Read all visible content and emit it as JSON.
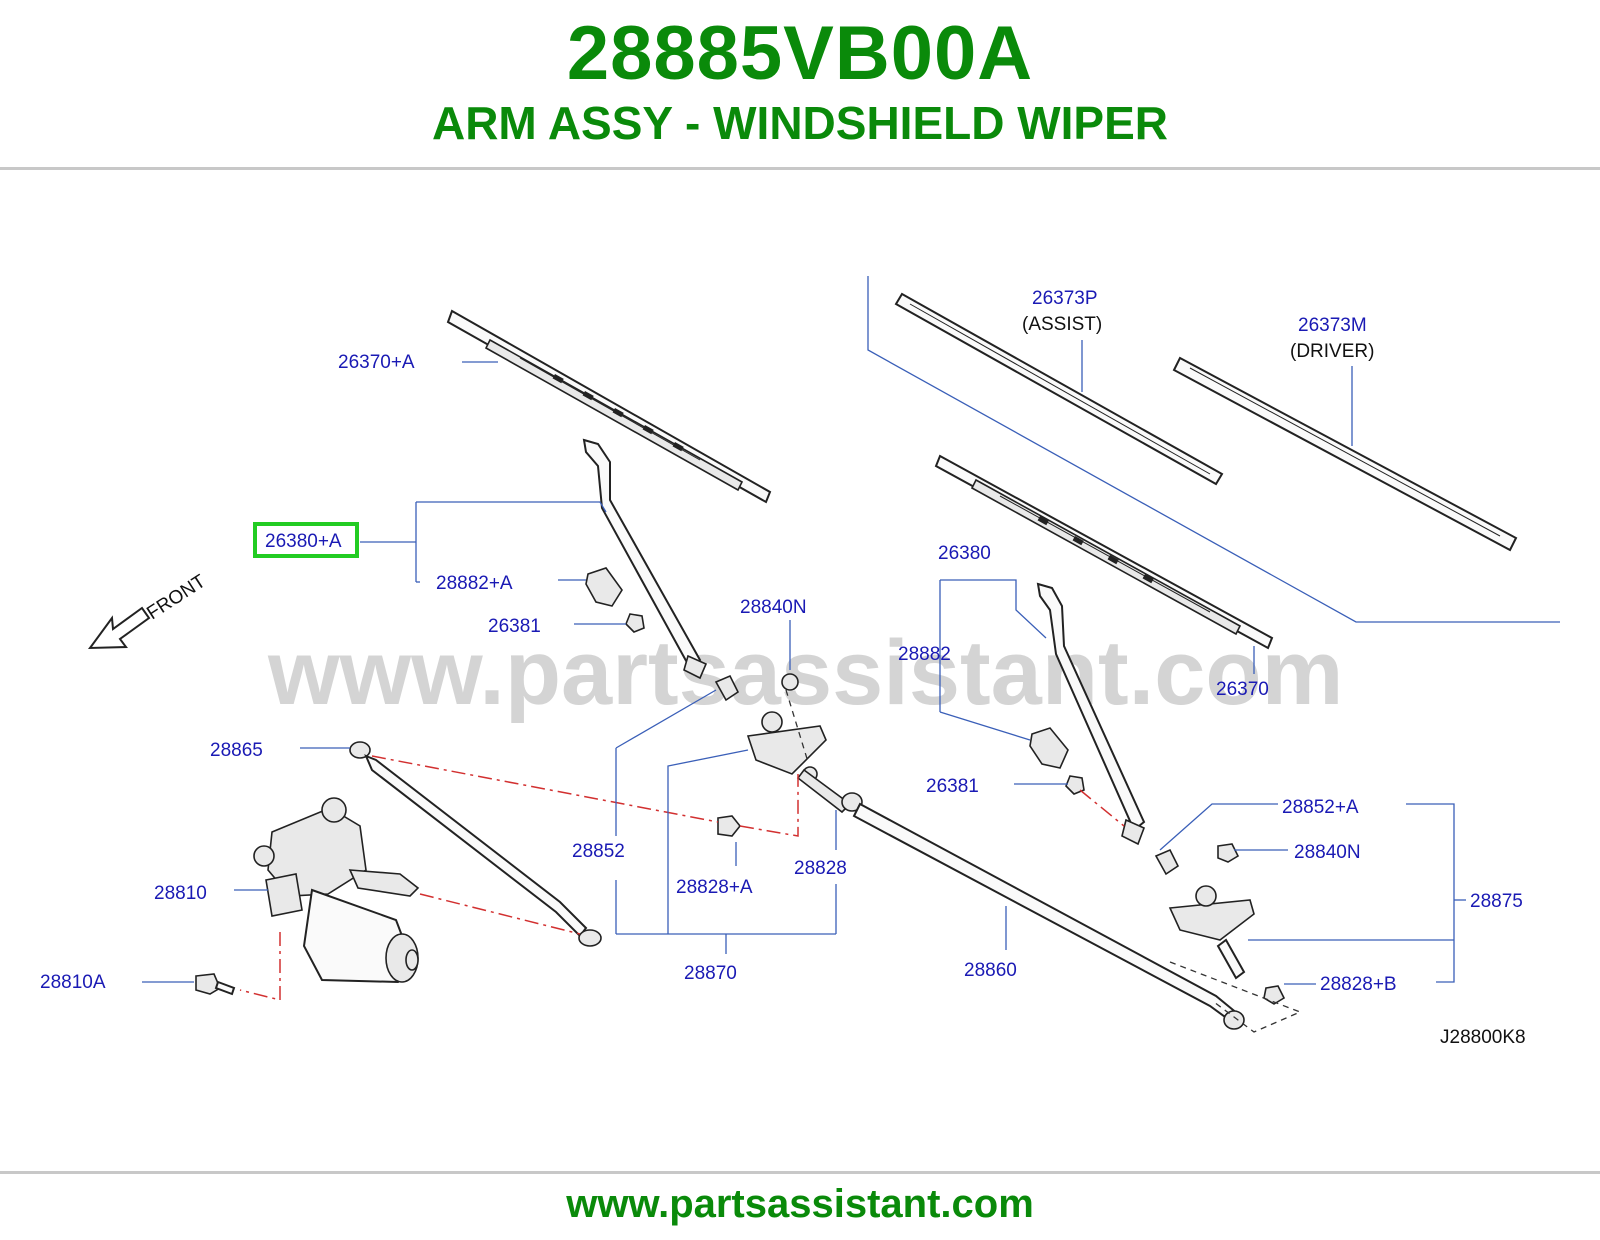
{
  "header": {
    "part_number": "28885VB00A",
    "part_name": "ARM ASSY - WINDSHIELD WIPER"
  },
  "diagram": {
    "watermark": "www.partsassistant.com",
    "front_label": "FRONT",
    "diagram_code": "J28800K8",
    "highlight_color": "#22cc22",
    "label_color": "#1a1ab4",
    "callouts": {
      "c26370A": "26370+A",
      "c26380A": "26380+A",
      "c28882A": "28882+A",
      "c26381_left": "26381",
      "c28840N_top": "28840N",
      "c26373P": "26373P",
      "assist": "(ASSIST)",
      "c26373M": "26373M",
      "driver": "(DRIVER)",
      "c26380": "26380",
      "c28882": "28882",
      "c26370": "26370",
      "c26381_right": "26381",
      "c28865": "28865",
      "c28810": "28810",
      "c28810A": "28810A",
      "c28852": "28852",
      "c28828A": "28828+A",
      "c28828": "28828",
      "c28870": "28870",
      "c28860": "28860",
      "c28852A": "28852+A",
      "c28840N_right": "28840N",
      "c28875": "28875",
      "c28828B": "28828+B"
    }
  },
  "footer": {
    "url": "www.partsassistant.com"
  }
}
